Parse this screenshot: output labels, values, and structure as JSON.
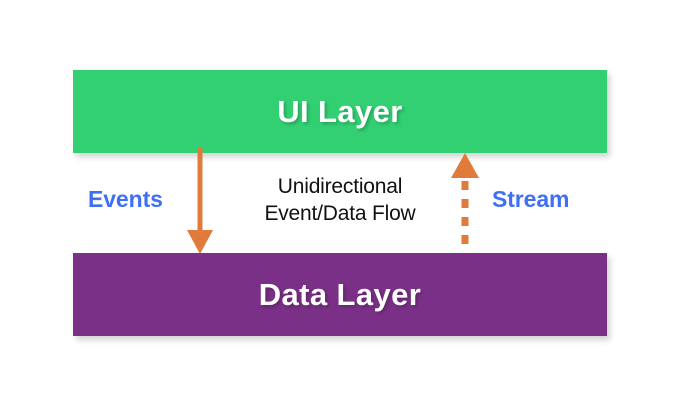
{
  "diagram": {
    "title": "Unidirectional Event/Data Flow",
    "background_color": "#ffffff",
    "layers": [
      {
        "id": "ui-layer",
        "label": "UI Layer",
        "color": "#32d073",
        "text_color": "#ffffff"
      },
      {
        "id": "data-layer",
        "label": "Data Layer",
        "color": "#7b3087",
        "text_color": "#ffffff"
      }
    ],
    "caption": {
      "line1": "Unidirectional",
      "line2": "Event/Data Flow",
      "color": "#111111"
    },
    "flows": [
      {
        "id": "events-flow",
        "label": "Events",
        "label_color": "#3f6ff4",
        "arrow_color": "#e07b3c",
        "direction": "down",
        "style": "solid",
        "from": "UI Layer",
        "to": "Data Layer"
      },
      {
        "id": "stream-flow",
        "label": "Stream",
        "label_color": "#3f6ff4",
        "arrow_color": "#e07b3c",
        "direction": "up",
        "style": "dashed",
        "from": "Data Layer",
        "to": "UI Layer"
      }
    ]
  }
}
